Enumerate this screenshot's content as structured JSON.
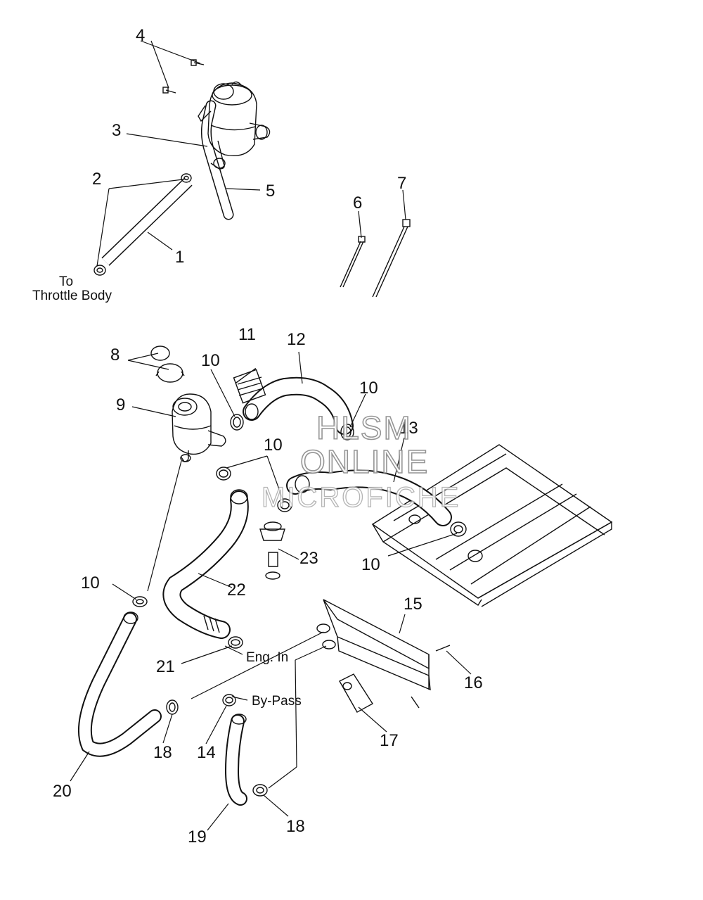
{
  "callouts": {
    "c1": "1",
    "c2": "2",
    "c3": "3",
    "c4": "4",
    "c5": "5",
    "c6": "6",
    "c7": "7",
    "c8": "8",
    "c9": "9",
    "c10a": "10",
    "c10b": "10",
    "c10c": "10",
    "c10d": "10",
    "c10e": "10",
    "c11": "11",
    "c12": "12",
    "c13": "13",
    "c14": "14",
    "c15": "15",
    "c16": "16",
    "c17": "17",
    "c18a": "18",
    "c18b": "18",
    "c19": "19",
    "c20": "20",
    "c21": "21",
    "c22": "22",
    "c23": "23"
  },
  "notes": {
    "to": "To",
    "throttle_body": "Throttle Body",
    "eng_in": "Eng. In",
    "by_pass": "By-Pass"
  },
  "watermark": {
    "line1": "HLSM",
    "line2": "ONLINE",
    "line3": "MICROFICHE"
  }
}
